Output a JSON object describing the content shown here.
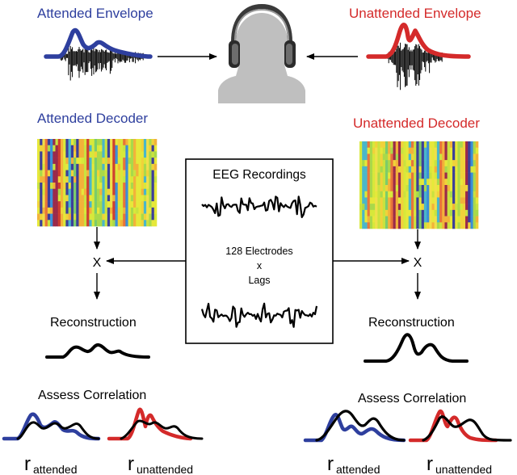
{
  "labels": {
    "attended_envelope": "Attended Envelope",
    "unattended_envelope": "Unattended Envelope",
    "attended_decoder": "Attended Decoder",
    "unattended_decoder": "Unattended Decoder",
    "eeg_title": "EEG Recordings",
    "electrodes": "128 Electrodes",
    "times": "x",
    "lags": "Lags",
    "multiply_left": "X",
    "multiply_right": "X",
    "reconstruction_left": "Reconstruction",
    "reconstruction_right": "Reconstruction",
    "assess_left": "Assess Correlation",
    "assess_right": "Assess Correlation",
    "r_letter": "r",
    "sub_attended": "attended",
    "sub_unattended": "unattended"
  },
  "colors": {
    "attended": "#2e3f9e",
    "unattended": "#d42a2a",
    "trace": "#000000",
    "head": "#bfbfbf"
  },
  "icons": {
    "head": "head-with-headphones-icon"
  }
}
